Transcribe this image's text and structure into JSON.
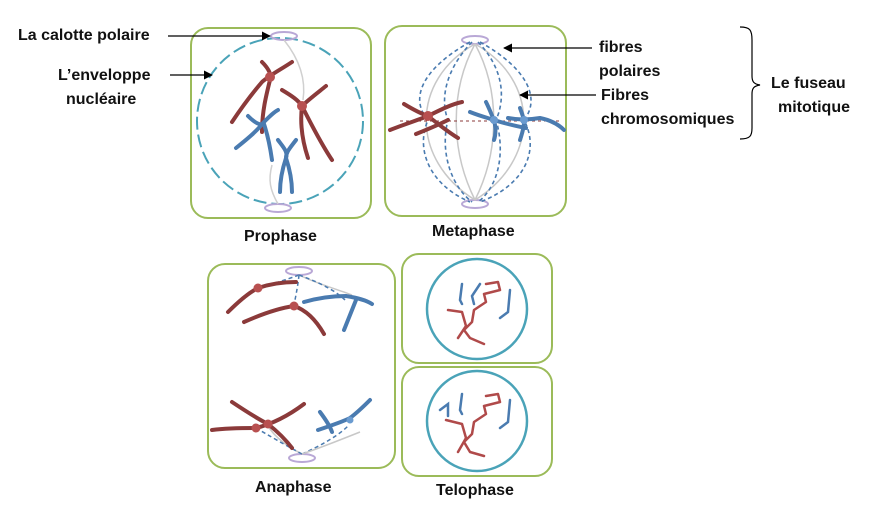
{
  "labels": {
    "calotte": "La calotte polaire",
    "enveloppe_1": "L’enveloppe",
    "enveloppe_2": "nucléaire",
    "fibres_polaires_1": "fibres",
    "fibres_polaires_2": "polaires",
    "fibres_chromo_1": "Fibres",
    "fibres_chromo_2": "chromosomiques",
    "fuseau_1": "Le fuseau",
    "fuseau_2": "mitotique"
  },
  "captions": {
    "prophase": "Prophase",
    "metaphase": "Metaphase",
    "anaphase": "Anaphase",
    "telophase": "Telophase"
  },
  "colors": {
    "panel_border": "#9bbb59",
    "chromosome_red": "#8b3a3a",
    "chromosome_blue": "#4a7bb0",
    "envelope": "#4aa3b8",
    "pole": "#b9a8d6",
    "fiber_gray": "#c8c8c8"
  }
}
